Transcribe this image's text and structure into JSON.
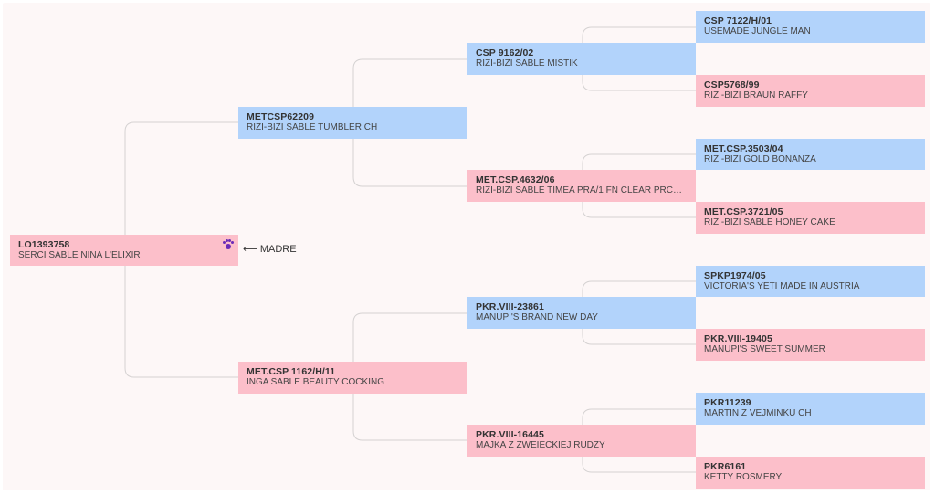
{
  "root": {
    "reg": "LO1393758",
    "name": "SERCI SABLE NINA L'ELIXIR",
    "sex": "female",
    "paw_icon": "paw-icon"
  },
  "madre_label": "⟵ MADRE",
  "gen1": [
    {
      "reg": "METCSP62209",
      "name": "RIZI-BIZI SABLE TUMBLER CH",
      "sex": "male"
    },
    {
      "reg": "MET.CSP 1162/H/11",
      "name": "INGA SABLE BEAUTY COCKING",
      "sex": "female"
    }
  ],
  "gen2": [
    {
      "reg": "CSP 9162/02",
      "name": "RIZI-BIZI SABLE MISTIK",
      "sex": "male"
    },
    {
      "reg": "MET.CSP.4632/06",
      "name": "RIZI-BIZI SABLE TIMEA PRA/1 FN CLEAR PRCD-...",
      "sex": "female"
    },
    {
      "reg": "PKR.VIII-23861",
      "name": "MANUPI'S BRAND NEW DAY",
      "sex": "male"
    },
    {
      "reg": "PKR.VIII-16445",
      "name": "MAJKA Z ZWEIECKIEJ RUDZY",
      "sex": "female"
    }
  ],
  "gen3": [
    {
      "reg": "CSP 7122/H/01",
      "name": "USEMADE JUNGLE MAN",
      "sex": "male"
    },
    {
      "reg": "CSP5768/99",
      "name": "RIZI-BIZI BRAUN RAFFY",
      "sex": "female"
    },
    {
      "reg": "MET.CSP.3503/04",
      "name": "RIZI-BIZI GOLD BONANZA",
      "sex": "male"
    },
    {
      "reg": "MET.CSP.3721/05",
      "name": "RIZI-BIZI SABLE HONEY CAKE",
      "sex": "female"
    },
    {
      "reg": "SPKP1974/05",
      "name": "VICTORIA'S YETI MADE IN AUSTRIA",
      "sex": "male"
    },
    {
      "reg": "PKR.VIII-19405",
      "name": "MANUPI'S SWEET SUMMER",
      "sex": "female"
    },
    {
      "reg": "PKR11239",
      "name": "MARTIN Z VEJMINKU CH",
      "sex": "male"
    },
    {
      "reg": "PKR6161",
      "name": "KETTY ROSMERY",
      "sex": "female"
    }
  ],
  "colors": {
    "male": "#b2d3fb",
    "female": "#fcbfca",
    "background": "#fdf7f7",
    "connector": "#d5d2d2",
    "paw": "#6b2bb7"
  }
}
